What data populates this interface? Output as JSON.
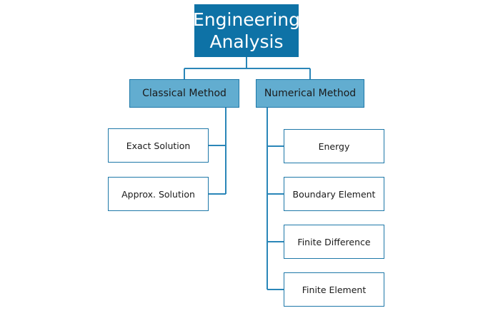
{
  "diagram": {
    "root": {
      "label": "Engineering Analysis",
      "line1": "Engineering",
      "line2": "Analysis"
    },
    "branches": [
      {
        "label": "Classical Method",
        "children": [
          "Exact Solution",
          "Approx. Solution"
        ]
      },
      {
        "label": "Numerical Method",
        "children": [
          "Energy",
          "Boundary Element",
          "Finite Difference",
          "Finite Element"
        ]
      }
    ],
    "colors": {
      "root_fill": "#0e72a6",
      "branch_fill": "#62add0",
      "connector": "#2a86b8",
      "leaf_border": "#1e78a8"
    }
  }
}
